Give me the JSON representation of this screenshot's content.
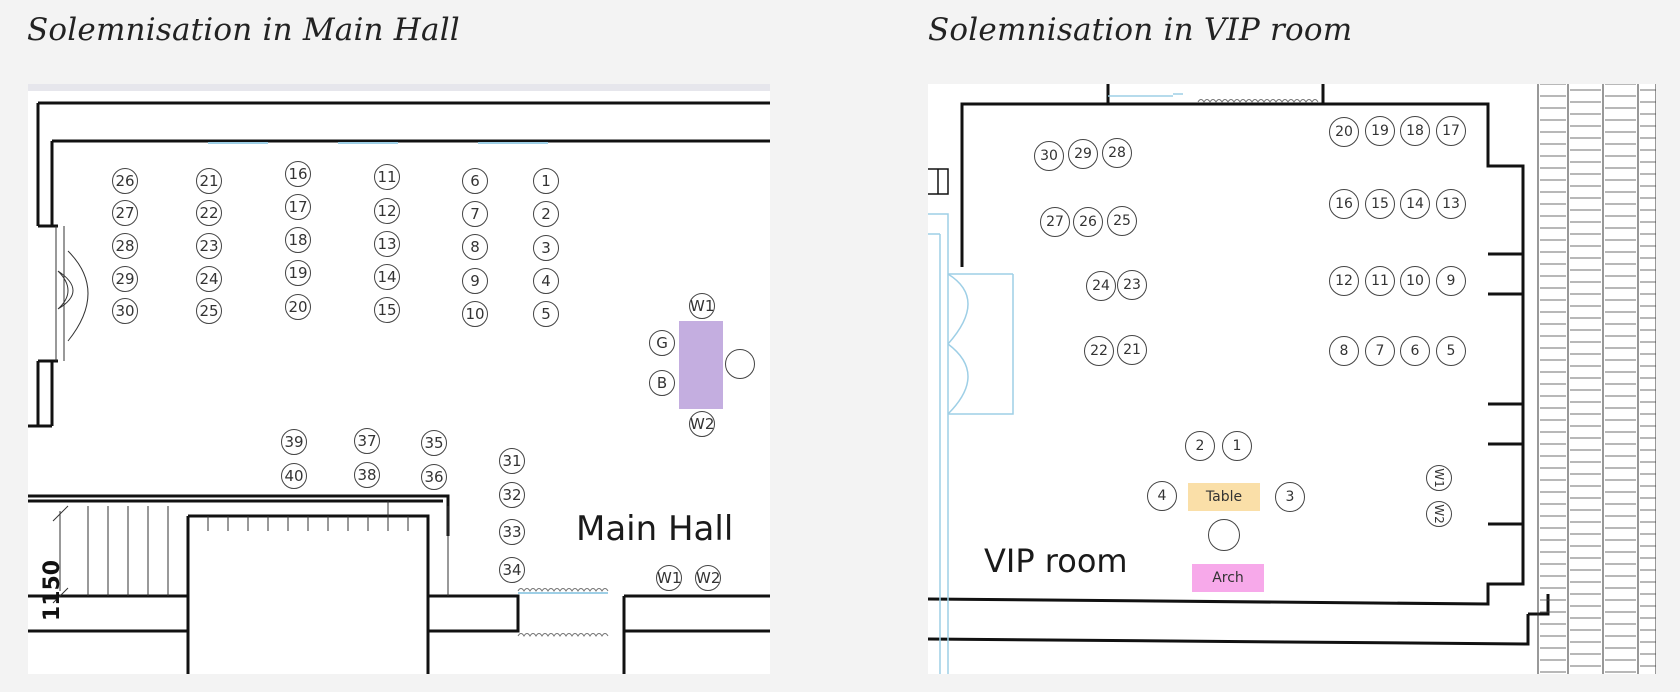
{
  "headings": {
    "main": "Solemnisation in Main Hall",
    "vip": "Solemnisation in VIP room"
  },
  "main_hall": {
    "room_label": "Main Hall",
    "dimension_label": "1150",
    "seats": [
      "26",
      "27",
      "28",
      "29",
      "30",
      "21",
      "22",
      "23",
      "24",
      "25",
      "16",
      "17",
      "18",
      "19",
      "20",
      "11",
      "12",
      "13",
      "14",
      "15",
      "6",
      "7",
      "8",
      "9",
      "10",
      "1",
      "2",
      "3",
      "4",
      "5",
      "39",
      "40",
      "37",
      "38",
      "35",
      "36",
      "31",
      "32",
      "33",
      "34"
    ],
    "table_seats": [
      "W1",
      "G",
      "B",
      "W2"
    ],
    "bottom_seats": [
      "W1",
      "W2"
    ],
    "colors": {
      "table": "#c4aee0"
    }
  },
  "vip_room": {
    "room_label": "VIP room",
    "seats": [
      "30",
      "29",
      "28",
      "27",
      "26",
      "25",
      "24",
      "23",
      "22",
      "21",
      "20",
      "19",
      "18",
      "17",
      "16",
      "15",
      "14",
      "13",
      "12",
      "11",
      "10",
      "9",
      "8",
      "7",
      "6",
      "5",
      "2",
      "1",
      "4",
      "3"
    ],
    "side_seats": [
      "W1",
      "W2"
    ],
    "table_label": "Table",
    "arch_label": "Arch",
    "colors": {
      "table": "#fadfa8",
      "arch": "#f7a9ea"
    }
  }
}
